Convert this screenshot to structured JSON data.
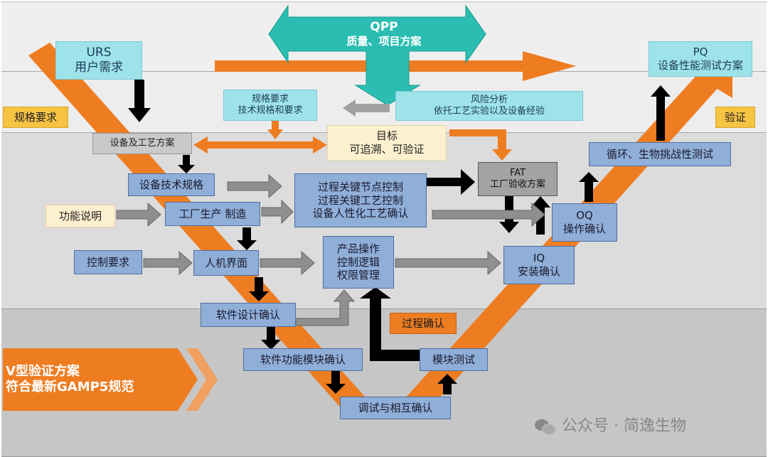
{
  "qpp": {
    "title": "QPP",
    "subtitle": "质量、项目方案"
  },
  "urs": {
    "title": "URS",
    "subtitle": "用户需求"
  },
  "pq": {
    "title": "PQ",
    "subtitle": "设备性能测试方案"
  },
  "spec_tag": "规格要求",
  "verify_tag": "验证",
  "spec_req": {
    "line1": "规格要求",
    "line2": "技术规格和要求"
  },
  "risk": {
    "line1": "风险分析",
    "line2": "依托工艺实验以及设备经验"
  },
  "target": {
    "line1": "目标",
    "line2": "可追溯、可验证"
  },
  "equip_plan": "设备及工艺方案",
  "equip_tech": "设备技术规格",
  "process_ctrl": {
    "line1": "过程关键节点控制",
    "line2": "过程关键工艺控制",
    "line3": "设备人性化工艺确认"
  },
  "fat": {
    "title": "FAT",
    "subtitle": "工厂验收方案"
  },
  "cycle_test": "循环、生物挑战性测试",
  "func_desc": "功能说明",
  "factory_prod": "工厂生产 制造",
  "oq": {
    "title": "OQ",
    "subtitle": "操作确认"
  },
  "ctrl_req": "控制要求",
  "hmi": "人机界面",
  "product_op": {
    "line1": "产品操作",
    "line2": "控制逻辑",
    "line3": "权限管理"
  },
  "iq": {
    "title": "IQ",
    "subtitle": "安装确认"
  },
  "sw_design": "软件设计确认",
  "process_confirm": "过程确认",
  "sw_module": "软件功能模块确认",
  "module_test": "模块测试",
  "debug": "调试与相互确认",
  "banner": {
    "line1": "V型验证方案",
    "line2": "符合最新GAMP5规范"
  },
  "watermark": "公众号 · 简逸生物",
  "colors": {
    "orange": "#ee7d22",
    "teal": "#2bbdb2",
    "black": "#000000",
    "arrowgrey": "#8f8f8f"
  }
}
